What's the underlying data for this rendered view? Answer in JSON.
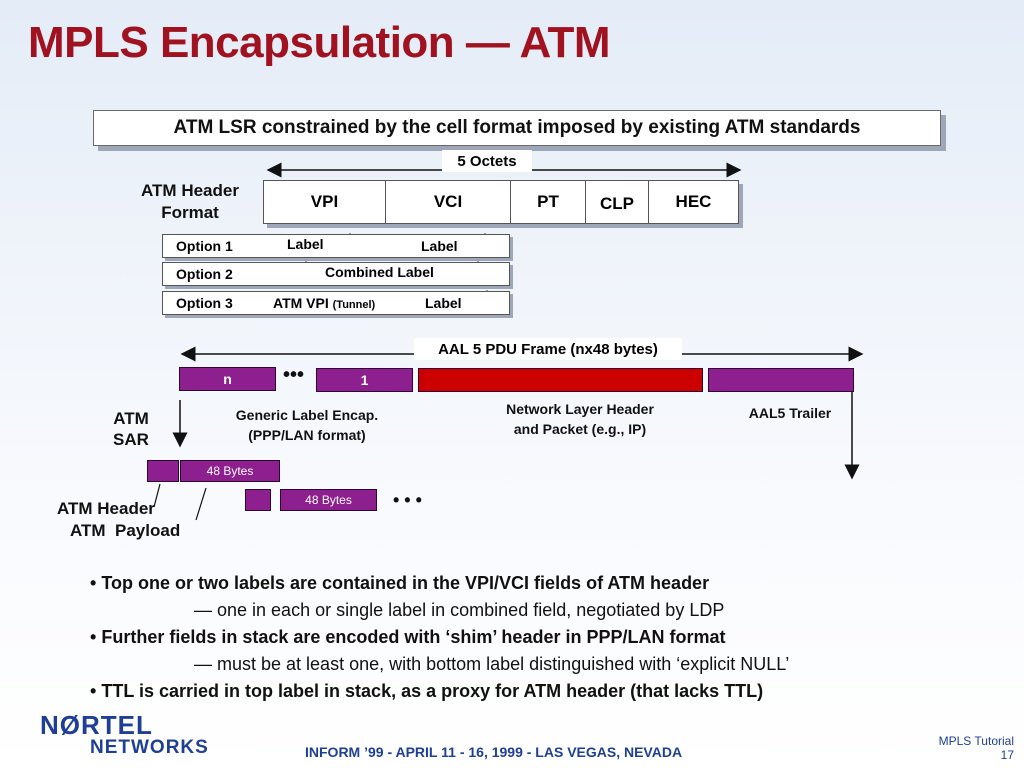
{
  "slide": {
    "title": "MPLS Encapsulation — ATM",
    "banner": "ATM LSR constrained by the cell format imposed by existing ATM standards",
    "octets_label": "5 Octets",
    "header_format_label_line1": "ATM Header",
    "header_format_label_line2": "Format",
    "header_fields": [
      "VPI",
      "VCI",
      "PT",
      "CLP",
      "HEC"
    ],
    "options": [
      {
        "name": "Option 1",
        "part_a": "Label",
        "part_b": "Label"
      },
      {
        "name": "Option 2",
        "part_a": "Combined Label"
      },
      {
        "name": "Option 3",
        "part_a": "ATM VPI",
        "part_a_note": "(Tunnel)",
        "part_b": "Label"
      }
    ],
    "aal5_label": "AAL 5 PDU Frame (nx48 bytes)",
    "frame_n": "n",
    "frame_1": "1",
    "ellipsis": "•••",
    "ellipsis_spaced": "• • •",
    "generic_label_line1": "Generic Label Encap.",
    "generic_label_line2": "(PPP/LAN format)",
    "network_layer_line1": "Network Layer Header",
    "network_layer_line2": "and Packet (e.g., IP)",
    "aal5_trailer": "AAL5 Trailer",
    "atm_sar_line1": "ATM",
    "atm_sar_line2": "SAR",
    "cell_bytes": "48 Bytes",
    "atm_header_label": "ATM Header",
    "atm_payload_label": "ATM  Payload",
    "bullets": [
      {
        "text": "Top one or two labels are contained in the VPI/VCI fields of ATM header",
        "sub": "— one in each or single label in combined field, negotiated by LDP"
      },
      {
        "text": "Further fields in stack are encoded with ‘shim’ header in PPP/LAN format",
        "sub": "— must be at least one, with bottom label distinguished with ‘explicit NULL’"
      },
      {
        "text": "TTL is carried in top label in stack, as a proxy for ATM header (that lacks TTL)",
        "sub": ""
      }
    ],
    "bullet_glyph": "•",
    "logo_line1": "NØRTEL",
    "logo_line2": "NETWORKS",
    "footer_event": "INFORM ’99 - APRIL 11 - 16, 1999 - LAS VEGAS, NEVADA",
    "footer_tutorial": "MPLS Tutorial",
    "footer_page": "17"
  },
  "colors": {
    "title": "#a0121f",
    "purple": "#8e1f8e",
    "red": "#cc0000",
    "footer": "#1f3f96"
  }
}
